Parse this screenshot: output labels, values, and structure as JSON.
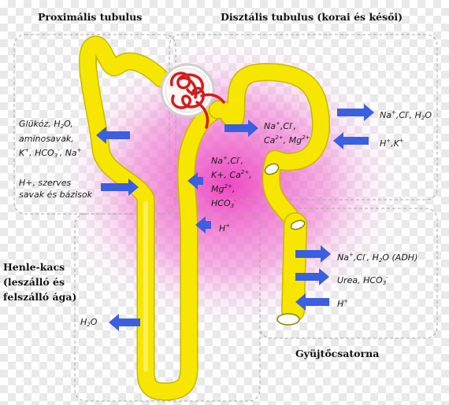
{
  "headers": {
    "proximal": "Proximális tubulus",
    "distal": "Disztális tubulus (korai és késői)",
    "henle": [
      "Henle-kacs",
      "(leszálló és",
      "felszálló ága)"
    ],
    "collecting": "Gyüjtőcsatorna"
  },
  "labels": {
    "proximal_out": [
      [
        {
          "t": "Glükóz, H"
        },
        {
          "sub": "2"
        },
        {
          "t": "O,"
        }
      ],
      [
        {
          "t": "aminosavak,"
        }
      ],
      [
        {
          "t": "K"
        },
        {
          "sup": "+"
        },
        {
          "t": ", HCO"
        },
        {
          "sub": "3"
        },
        {
          "sup": "-"
        },
        {
          "t": ", Na"
        },
        {
          "sup": "+"
        }
      ]
    ],
    "proximal_in": [
      [
        {
          "t": "H+, szerves"
        }
      ],
      [
        {
          "t": "savak és bázisok"
        }
      ]
    ],
    "ascending_out": [
      [
        {
          "t": "Na"
        },
        {
          "sup": "+"
        },
        {
          "t": ",Cl"
        },
        {
          "sup": "-"
        },
        {
          "t": ","
        }
      ],
      [
        {
          "t": "K+, Ca"
        },
        {
          "sup": "2+"
        },
        {
          "t": ","
        }
      ],
      [
        {
          "t": "Mg"
        },
        {
          "sup": "2+"
        },
        {
          "t": ","
        }
      ],
      [
        {
          "t": "HCO"
        },
        {
          "sub": "3"
        },
        {
          "sup": "-"
        }
      ]
    ],
    "ascending_h": [
      [
        {
          "t": "H"
        },
        {
          "sup": "+"
        }
      ]
    ],
    "early_distal": [
      [
        {
          "t": "Na"
        },
        {
          "sup": "+"
        },
        {
          "t": ",Cl"
        },
        {
          "sup": "-"
        },
        {
          "t": ","
        }
      ],
      [
        {
          "t": "Ca"
        },
        {
          "sup": "2+"
        },
        {
          "t": ", Mg"
        },
        {
          "sup": "2+"
        }
      ]
    ],
    "late_distal_out": [
      [
        {
          "t": "Na"
        },
        {
          "sup": "+"
        },
        {
          "t": ",Cl"
        },
        {
          "sup": "-"
        },
        {
          "t": ", H"
        },
        {
          "sub": "2"
        },
        {
          "t": "O"
        }
      ]
    ],
    "late_distal_in": [
      [
        {
          "t": "H"
        },
        {
          "sup": "+"
        },
        {
          "t": ",K"
        },
        {
          "sup": "+"
        }
      ]
    ],
    "collecting_na": [
      [
        {
          "t": "Na"
        },
        {
          "sup": "+"
        },
        {
          "t": ",Cl"
        },
        {
          "sup": "-"
        },
        {
          "t": ", H"
        },
        {
          "sub": "2"
        },
        {
          "t": "O (ADH)"
        }
      ]
    ],
    "collecting_urea": [
      [
        {
          "t": "Urea, HCO"
        },
        {
          "sub": "3"
        },
        {
          "sup": "-"
        }
      ]
    ],
    "collecting_h": [
      [
        {
          "t": "H"
        },
        {
          "sup": "+"
        }
      ]
    ],
    "henle_water": [
      [
        {
          "t": "H"
        },
        {
          "sub": "2"
        },
        {
          "t": "O"
        }
      ]
    ]
  },
  "colors": {
    "tubule": "#f7e600",
    "tubule_edge": "#c9b800",
    "arrow": "#3a5fe0",
    "glow": "#ec3fbf",
    "glomerulus": "#d41c1c",
    "dash": "#a8a8a8"
  }
}
